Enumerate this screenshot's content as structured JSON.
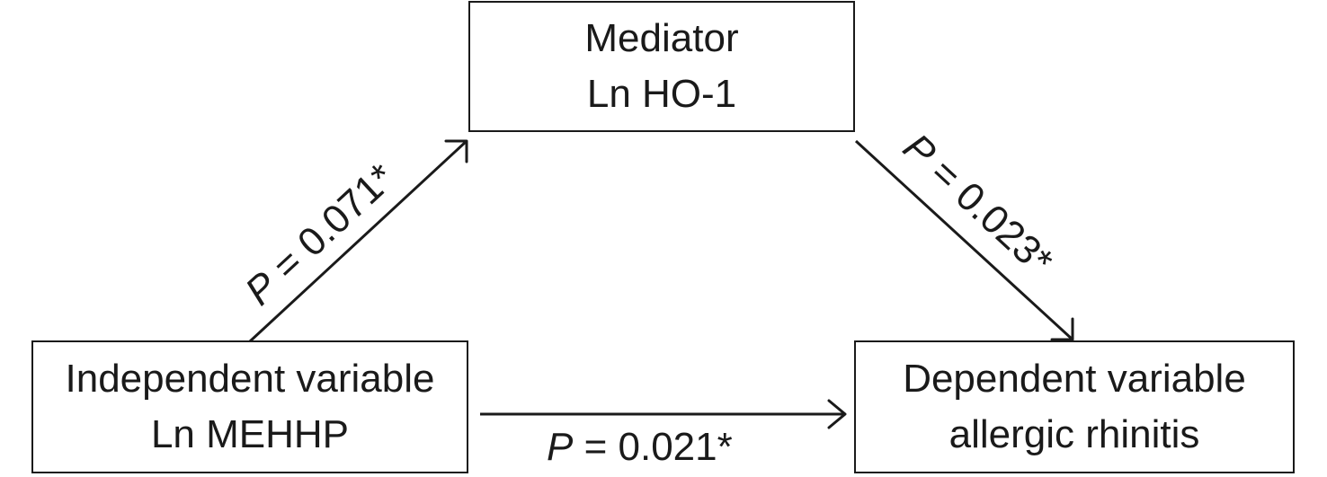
{
  "diagram": {
    "mediator": {
      "line1": "Mediator",
      "line2": "Ln HO-1"
    },
    "independent": {
      "line1": "Independent variable",
      "line2": "Ln MEHHP"
    },
    "dependent": {
      "line1": "Dependent variable",
      "line2": "allergic rhinitis"
    },
    "paths": {
      "a": {
        "var": "P",
        "rest": " = 0.071*"
      },
      "b": {
        "var": "P",
        "rest": " = 0.023*"
      },
      "c": {
        "var": "P",
        "rest": " = 0.021*"
      }
    },
    "colors": {
      "stroke": "#1a1a1a",
      "background": "#ffffff"
    }
  }
}
